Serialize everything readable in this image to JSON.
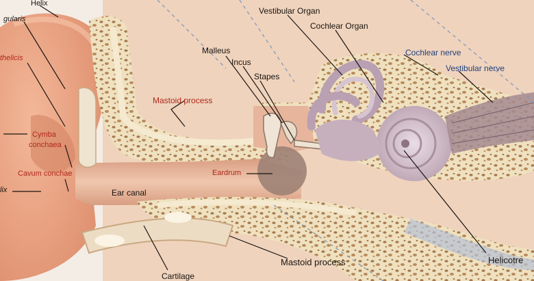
{
  "colors": {
    "background": "#f4ede6",
    "skin": "#e9a585",
    "canal": "#e7b89a",
    "bone": "#efe1bf",
    "bone_pores": "#a4784e",
    "inner_ear": "#c7b0bd",
    "red_label": "#b0281c",
    "blue_label": "#1f3f7a",
    "dark_label": "#1a1410"
  },
  "labels": {
    "helix": "Helix",
    "spina_helicis": "gularis",
    "antihelicis": "thelicis",
    "cymba_conchae_1": "Cymba",
    "cymba_conchae_2": "conchaea",
    "cavum_conchae": "Cavum conchae",
    "helix_left": "lix",
    "ear_canal": "Ear canal",
    "cartilage": "Cartilage",
    "mastoid_upper": "Mastoid process",
    "mastoid_lower": "Mastoid process",
    "eardrum": "Eardrum",
    "malleus": "Malleus",
    "incus": "Incus",
    "stapes": "Stapes",
    "vestibular_organ": "Vestibular Organ",
    "cochlear_organ": "Cochlear Organ",
    "cochlear_nerve": "Cochlear nerve",
    "vestibular_nerve": "Vestibular nerve",
    "helicotrema": "Helicotre"
  }
}
